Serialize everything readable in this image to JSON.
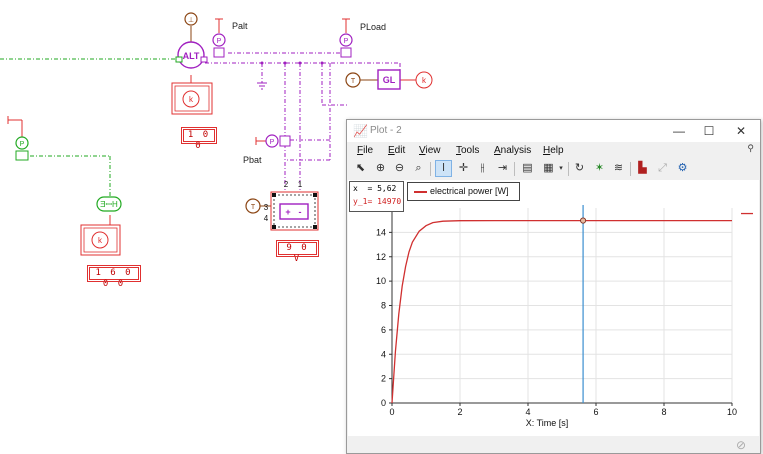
{
  "schematic": {
    "labels": {
      "palt": "Palt",
      "pload": "PLoad",
      "pbat": "Pbat"
    },
    "values": {
      "speed_a": "1 0 0",
      "speed_b": "1 6 0 0 0",
      "voltage": "9 0 V"
    },
    "symbols": {
      "alternator": "ALT",
      "generator": "GL",
      "battery_plus": "+",
      "battery_minus": "-",
      "power_sensor": "P",
      "temp_source": "T",
      "speed_source": "k",
      "pin_1": "1",
      "pin_2": "2",
      "pin_3": "3",
      "pin_4": "4"
    },
    "colors": {
      "electrical": "#a020c0",
      "mechanical": "#22aa22",
      "thermal": "#8b4513",
      "signal": "#e03030"
    }
  },
  "plot_window": {
    "title": "Plot - 2",
    "buttons": {
      "minimize": "—",
      "maximize": "☐",
      "close": "✕"
    },
    "menu": [
      {
        "key": "F",
        "rest": "ile"
      },
      {
        "key": "E",
        "rest": "dit"
      },
      {
        "key": "V",
        "rest": "iew"
      },
      {
        "key": "T",
        "rest": "ools"
      },
      {
        "key": "A",
        "rest": "nalysis"
      },
      {
        "key": "H",
        "rest": "elp"
      }
    ],
    "toolbar_icons": [
      "select-icon",
      "zoom-in-icon",
      "zoom-out-icon",
      "zoom-reset-icon",
      "cursor-vertical-icon",
      "crosshair-icon",
      "cursor-pair-icon",
      "cursor-jump-icon",
      "table-icon",
      "grid-icon",
      "refresh-icon",
      "star-icon",
      "waves-icon",
      "histogram-icon",
      "overlay-icon",
      "settings-icon"
    ],
    "cursor": {
      "x_label": "x",
      "x_value": "= 5,62",
      "y_label": "y_1",
      "y_value": "= 14970"
    },
    "legend": {
      "entry": "electrical power [W]",
      "color": "#d03030"
    }
  },
  "chart_data": {
    "type": "line",
    "xlabel": "X: Time [s]",
    "ylabel": "",
    "xlim": [
      0,
      10
    ],
    "ylim": [
      0,
      16
    ],
    "x_ticks": [
      "0",
      "2",
      "4",
      "6",
      "8",
      "10"
    ],
    "y_ticks": [
      "0",
      "2",
      "4",
      "6",
      "8",
      "10",
      "12",
      "14"
    ],
    "grid": true,
    "legend_position": "top-left",
    "cursor_x": 5.62,
    "cursor_y": 14.97,
    "series": [
      {
        "name": "electrical power [W]",
        "color": "#d03030",
        "x": [
          0,
          0.1,
          0.2,
          0.3,
          0.4,
          0.5,
          0.6,
          0.8,
          1.0,
          1.2,
          1.5,
          2,
          3,
          4,
          5,
          6,
          7,
          8,
          9,
          10
        ],
        "y": [
          0,
          4.2,
          7.3,
          9.6,
          11.2,
          12.4,
          13.2,
          14.1,
          14.55,
          14.8,
          14.92,
          14.96,
          14.97,
          14.97,
          14.97,
          14.97,
          14.97,
          14.97,
          14.97,
          14.97
        ]
      }
    ]
  }
}
